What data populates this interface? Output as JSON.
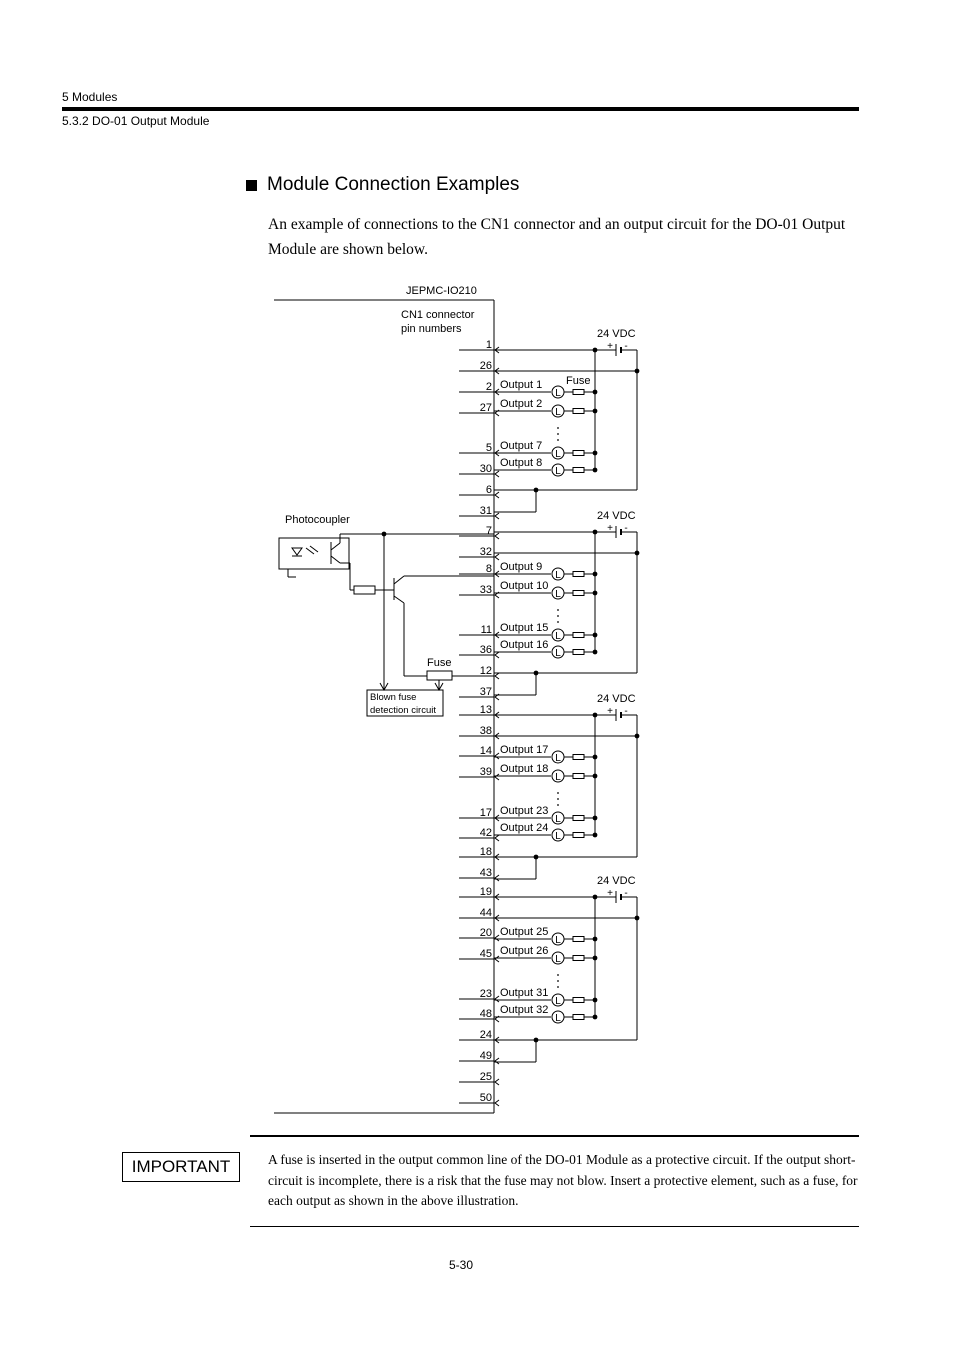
{
  "header": {
    "chapter": "5  Modules",
    "section": "5.3.2  DO-01 Output Module"
  },
  "section_title": "Module Connection Examples",
  "intro": "An example of connections to the CN1 connector and an output circuit for the DO-01 Output Module are shown below.",
  "diagram": {
    "module_name": "JEPMC-IO210",
    "connector_label_1": "CN1 connector",
    "connector_label_2": "pin numbers",
    "supply_label": "24 VDC",
    "plus": "+",
    "minus": "-",
    "fuse_label": "Fuse",
    "photocoupler_label": "Photocoupler",
    "blown_fuse_1": "Blown fuse",
    "blown_fuse_2": "detection circuit",
    "load_symbol": "L",
    "pins": [
      "1",
      "26",
      "2",
      "27",
      "5",
      "30",
      "6",
      "31",
      "7",
      "32",
      "8",
      "33",
      "11",
      "36",
      "12",
      "37",
      "13",
      "38",
      "14",
      "39",
      "17",
      "42",
      "18",
      "43",
      "19",
      "44",
      "20",
      "45",
      "23",
      "48",
      "24",
      "49",
      "25",
      "50"
    ],
    "outputs": [
      "Output 1",
      "Output 2",
      "Output 7",
      "Output 8",
      "Output 9",
      "Output 10",
      "Output 15",
      "Output 16",
      "Output 17",
      "Output 18",
      "Output 23",
      "Output 24",
      "Output 25",
      "Output 26",
      "Output 31",
      "Output 32"
    ]
  },
  "important": {
    "label": "IMPORTANT",
    "text": "A fuse is inserted in the output common line of the DO-01 Module as a protective circuit. If the output short-circuit is incomplete, there is a risk that the fuse may not blow. Insert a protective element, such as a fuse, for each output as shown in the above illustration."
  },
  "page_number": "5-30"
}
